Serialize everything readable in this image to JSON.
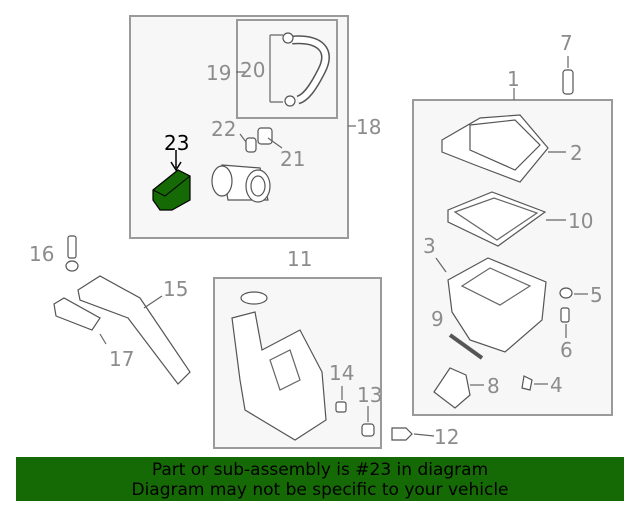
{
  "diagram": {
    "highlight_color": "#156a06",
    "callouts": {
      "c1": "1",
      "c2": "2",
      "c3": "3",
      "c4": "4",
      "c5": "5",
      "c6": "6",
      "c7": "7",
      "c8": "8",
      "c9": "9",
      "c10": "10",
      "c11": "11",
      "c12": "12",
      "c13": "13",
      "c14": "14",
      "c15": "15",
      "c16": "16",
      "c17": "17",
      "c18": "18",
      "c19": "19",
      "c20": "20",
      "c21": "21",
      "c22": "22",
      "c23": "23"
    }
  },
  "banner": {
    "line1": "Part or sub-assembly is #23 in diagram",
    "line2": "Diagram may not be specific to your vehicle"
  }
}
